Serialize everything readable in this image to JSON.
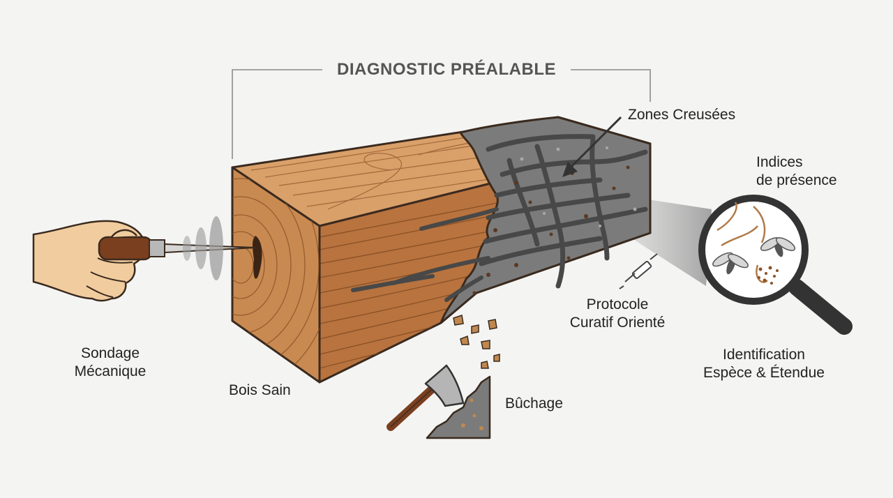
{
  "title": "DIAGNOSTIC PRÉALABLE",
  "labels": {
    "zones_creusees": "Zones Creusées",
    "indices_line1": "Indices",
    "indices_line2": "de présence",
    "protocole_line1": "Protocole",
    "protocole_line2": "Curatif Orienté",
    "identification_line1": "Identification",
    "identification_line2": "Espèce & Étendue",
    "sondage_line1": "Sondage",
    "sondage_line2": "Mécanique",
    "bois_sain": "Bois Sain",
    "buchage": "Bûchage"
  },
  "icons": [
    "awl-icon",
    "hand-icon",
    "sound-wave-icon",
    "syringe-icon",
    "magnifier-icon",
    "insect-icon",
    "axe-icon",
    "arrow-icon"
  ],
  "colors": {
    "wood_front": "#c98a52",
    "wood_top": "#d9a06a",
    "wood_side": "#b8733e",
    "grain": "#8a5226",
    "damage": "#7b7b7b",
    "damage_dark": "#4b4b4b",
    "outline": "#3a2a1e",
    "background": "#f4f4f3"
  }
}
